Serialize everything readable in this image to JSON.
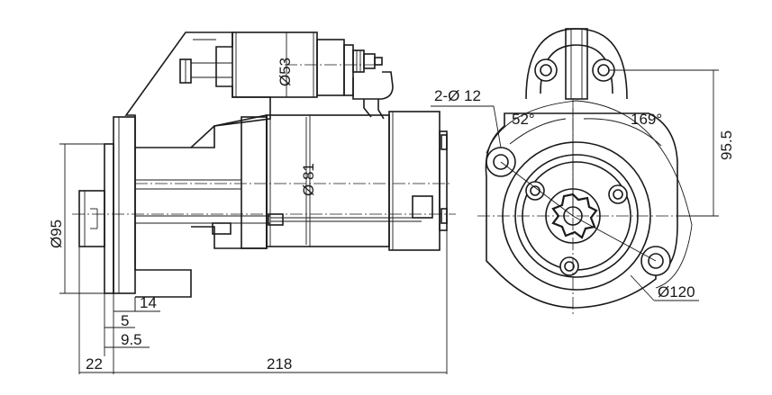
{
  "dimensions": {
    "d53": "Ø53",
    "d81": "Ø 81",
    "d95": "Ø95",
    "mount_holes": "2-Ø 12",
    "angle_52": "52°",
    "angle_169": "169°",
    "d95_5": "95.5",
    "d120": "Ø120",
    "len_14": "14",
    "len_5": "5",
    "len_9_5": "9.5",
    "len_22": "22",
    "len_218": "218"
  },
  "colors": {
    "line": "#1a1a1a",
    "background": "#ffffff"
  }
}
